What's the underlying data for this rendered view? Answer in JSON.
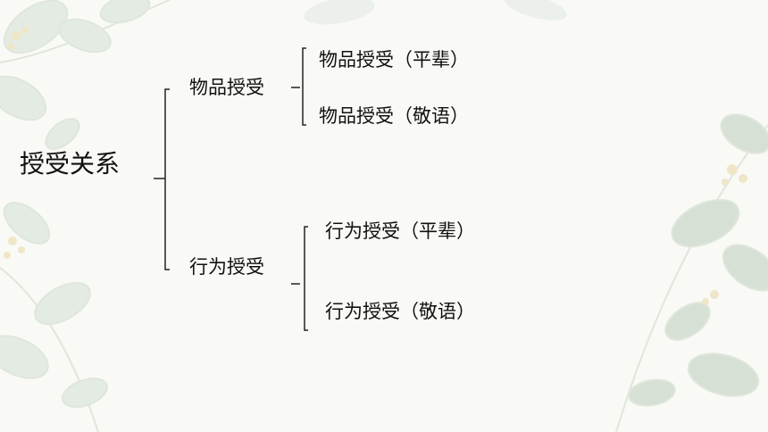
{
  "diagram": {
    "root": "授受关系",
    "branches": [
      {
        "label": "物品授受",
        "children": [
          "物品授受（平辈）",
          "物品授受（敬语）"
        ]
      },
      {
        "label": "行为授受",
        "children": [
          "行为授受（平辈）",
          "行为授受（敬语）"
        ]
      }
    ]
  },
  "colors": {
    "background": "#f9f9f6",
    "text": "#111111",
    "bracket": "#222222",
    "leaf_light": "#e4ebe2",
    "leaf_mid": "#d6e0d4",
    "stem": "#dfe6dc",
    "flower": "#efe6c8"
  }
}
